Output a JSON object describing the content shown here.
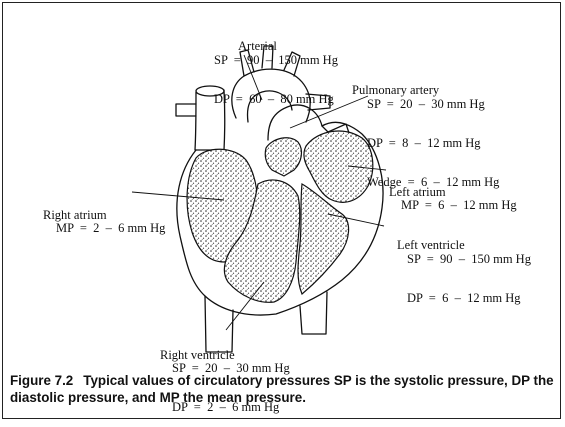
{
  "labels": {
    "arterial": {
      "name": "Arterial",
      "sp": "SP  =  90  –  150 mm Hg",
      "dp": "DP  =  60  –  80 mm Hg"
    },
    "pulmonary_artery": {
      "name": "Pulmonary artery",
      "sp": "SP  =  20  –  30 mm Hg",
      "dp": "DP  =  8  –  12 mm Hg",
      "wedge": "Wedge  =  6  –  12 mm Hg"
    },
    "left_atrium": {
      "name": "Left atrium",
      "mp": "MP  =  6  –  12 mm Hg"
    },
    "right_atrium": {
      "name": "Right atrium",
      "mp": "MP  =  2  –  6 mm Hg"
    },
    "left_ventricle": {
      "name": "Left ventricle",
      "sp": "SP  =  90  –  150 mm Hg",
      "dp": "DP  =  6  –  12 mm Hg"
    },
    "right_ventricle": {
      "name": "Right ventricle",
      "sp": "SP  =  20  –  30 mm Hg",
      "dp": "DP  =  2  –  6 mm Hg"
    }
  },
  "caption": {
    "number": "Figure 7.2",
    "text": "Typical values of circulatory pressures SP is the systolic pressure, DP the diastolic pressure, and MP the mean pressure."
  }
}
